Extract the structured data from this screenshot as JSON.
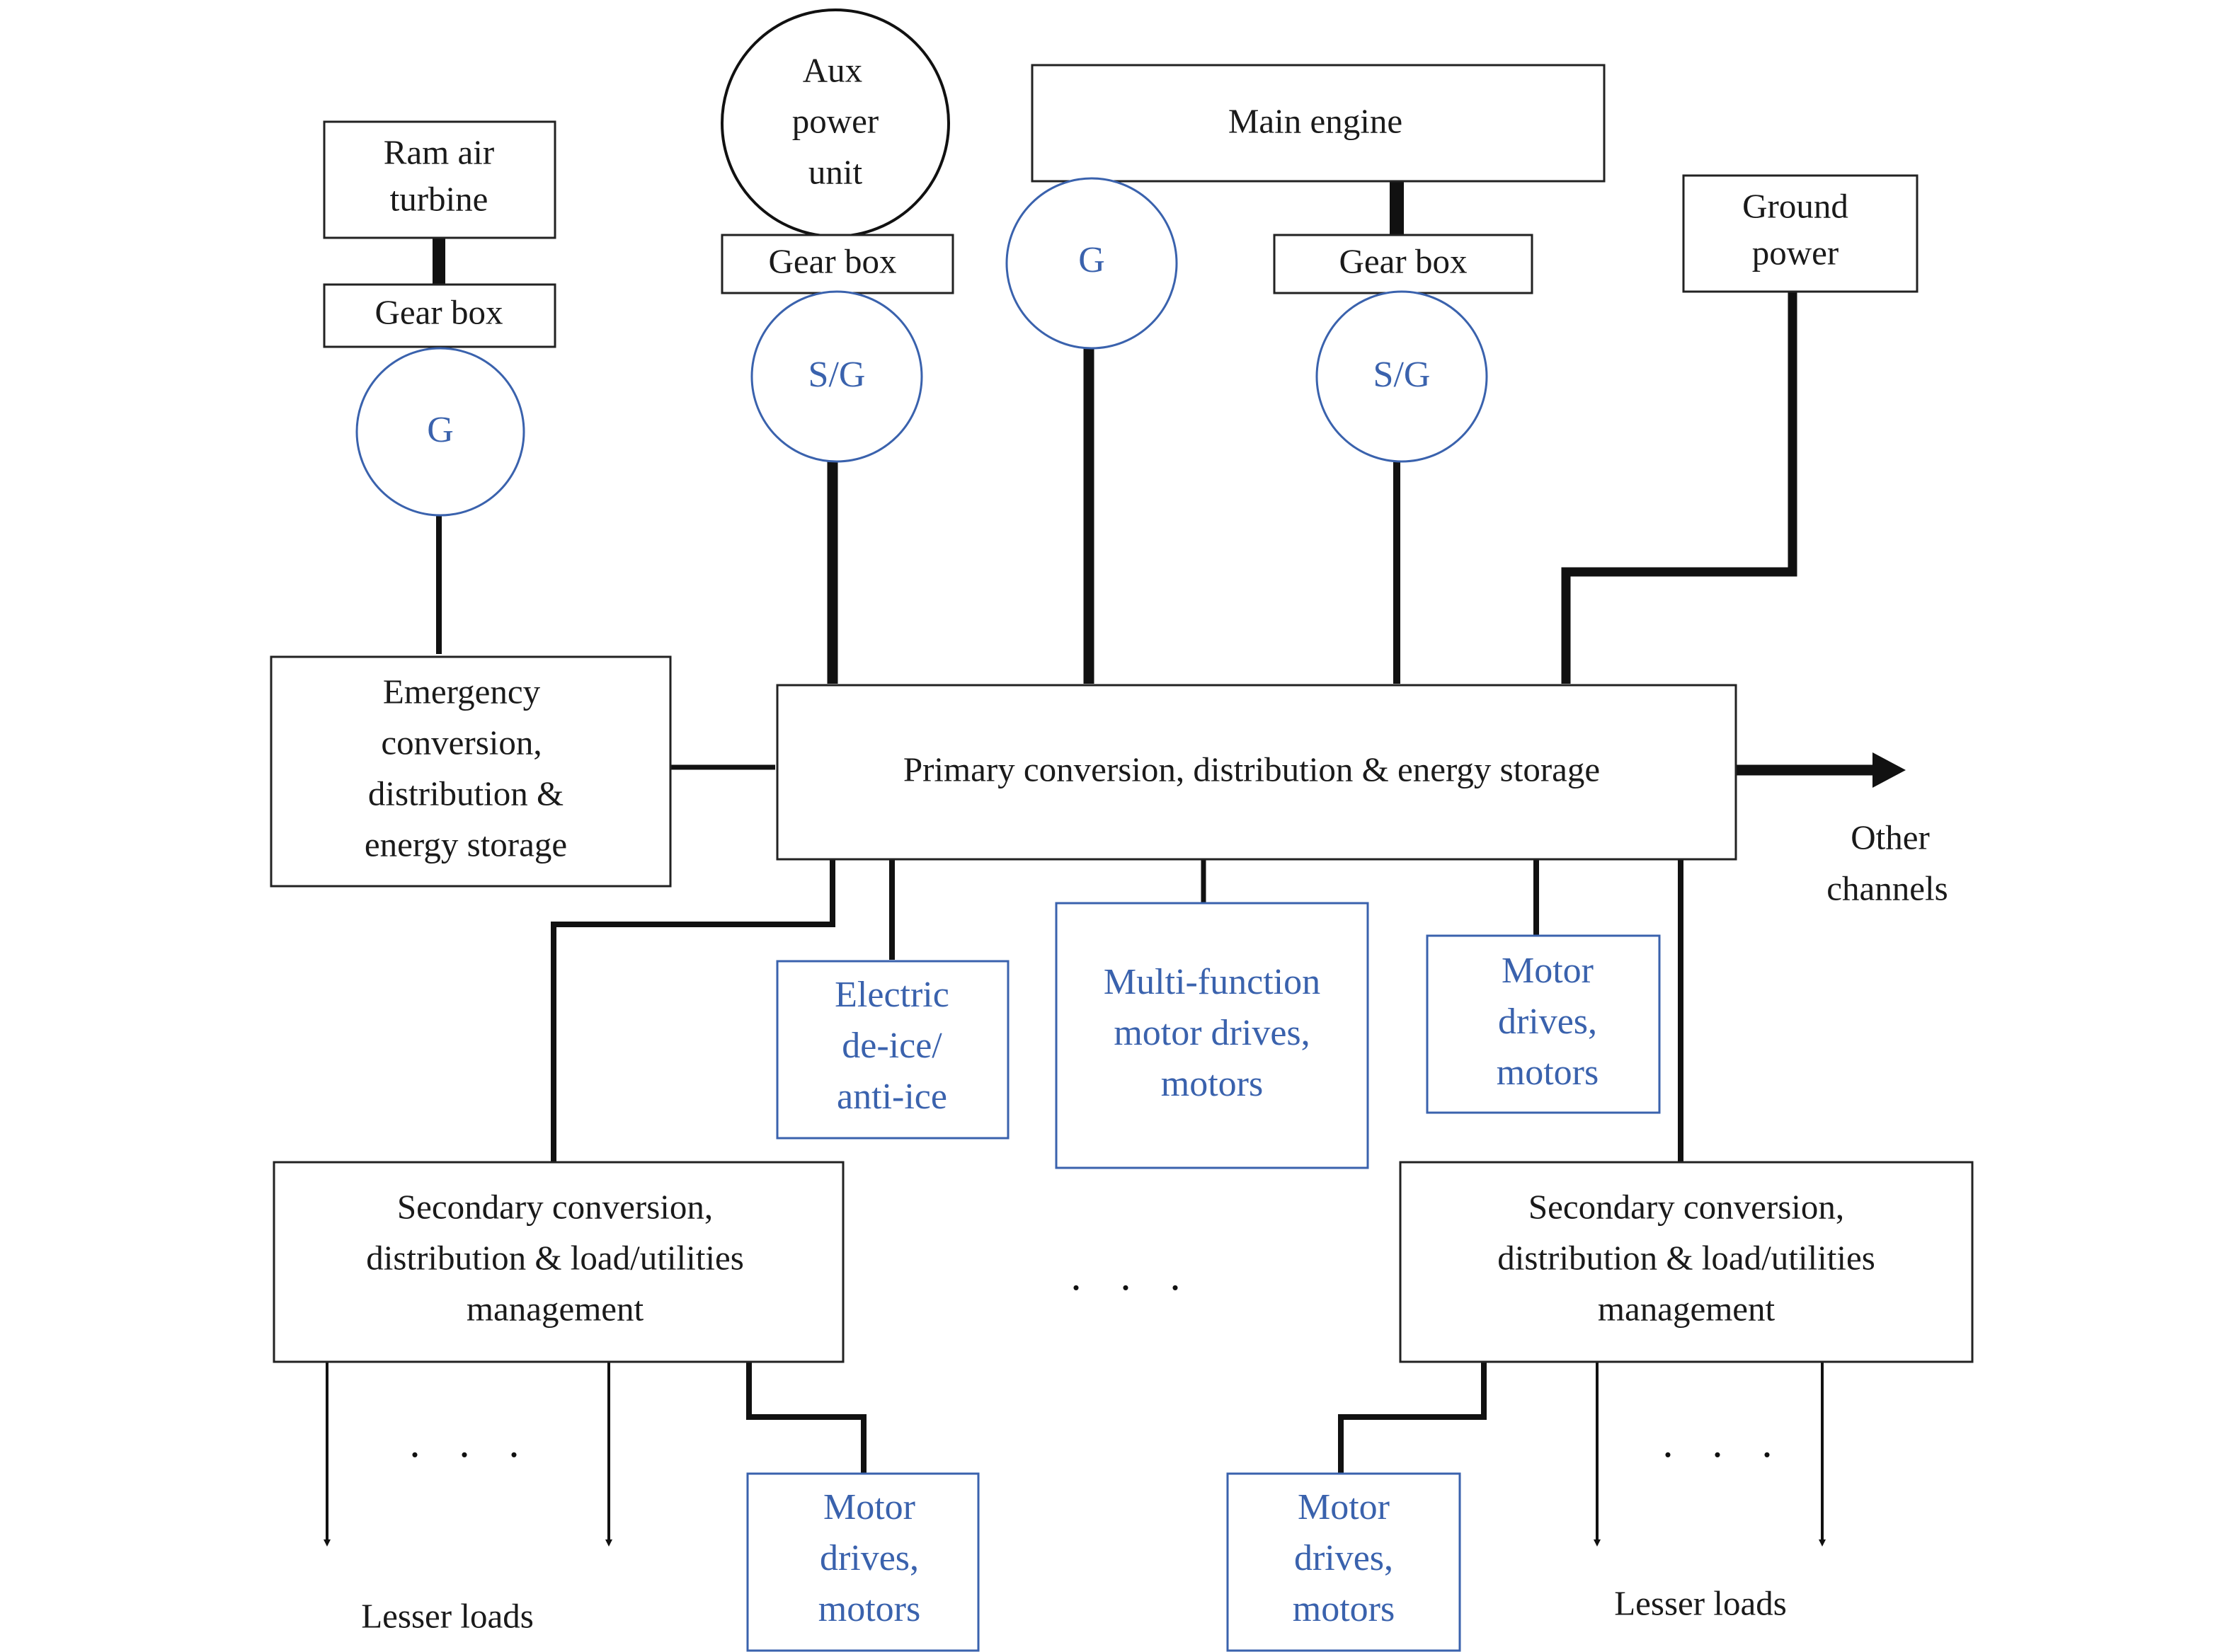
{
  "colors": {
    "line": "#111111",
    "box_border_black": "#222222",
    "box_border_blue": "#3a62ad",
    "blue_text": "#3a62ad"
  },
  "sources": {
    "ram_air_turbine": {
      "line1": "Ram air",
      "line2": "turbine"
    },
    "rat_gearbox": "Gear box",
    "rat_generator": "G",
    "aux_power_unit": {
      "line1": "Aux",
      "line2": "power",
      "line3": "unit"
    },
    "apu_gearbox": "Gear box",
    "apu_starter_generator": "S/G",
    "main_engine": "Main engine",
    "main_generator": "G",
    "main_gearbox": "Gear box",
    "main_starter_generator": "S/G",
    "ground_power": {
      "line1": "Ground",
      "line2": "power"
    }
  },
  "emergency": {
    "line1": "Emergency",
    "line2": "conversion,",
    "line3": "distribution &",
    "line4": "energy storage"
  },
  "primary": "Primary conversion, distribution & energy storage",
  "other_channels": {
    "line1": "Other",
    "line2": "channels"
  },
  "loads": {
    "deice": {
      "line1": "Electric",
      "line2": "de-ice/",
      "line3": "anti-ice"
    },
    "multi_function": {
      "line1": "Multi-function",
      "line2": "motor drives,",
      "line3": "motors"
    },
    "motor_drives_top": {
      "line1": "Motor",
      "line2": "drives,",
      "line3": "motors"
    }
  },
  "secondary_left": {
    "line1": "Secondary conversion,",
    "line2": "distribution & load/utilities",
    "line3": "management"
  },
  "secondary_right": {
    "line1": "Secondary conversion,",
    "line2": "distribution & load/utilities",
    "line3": "management"
  },
  "ellipsis": ". . .",
  "motor_drives_left": {
    "line1": "Motor",
    "line2": "drives,",
    "line3": "motors"
  },
  "motor_drives_right": {
    "line1": "Motor",
    "line2": "drives,",
    "line3": "motors"
  },
  "lesser_loads_left": "Lesser loads",
  "lesser_loads_right": "Lesser loads"
}
